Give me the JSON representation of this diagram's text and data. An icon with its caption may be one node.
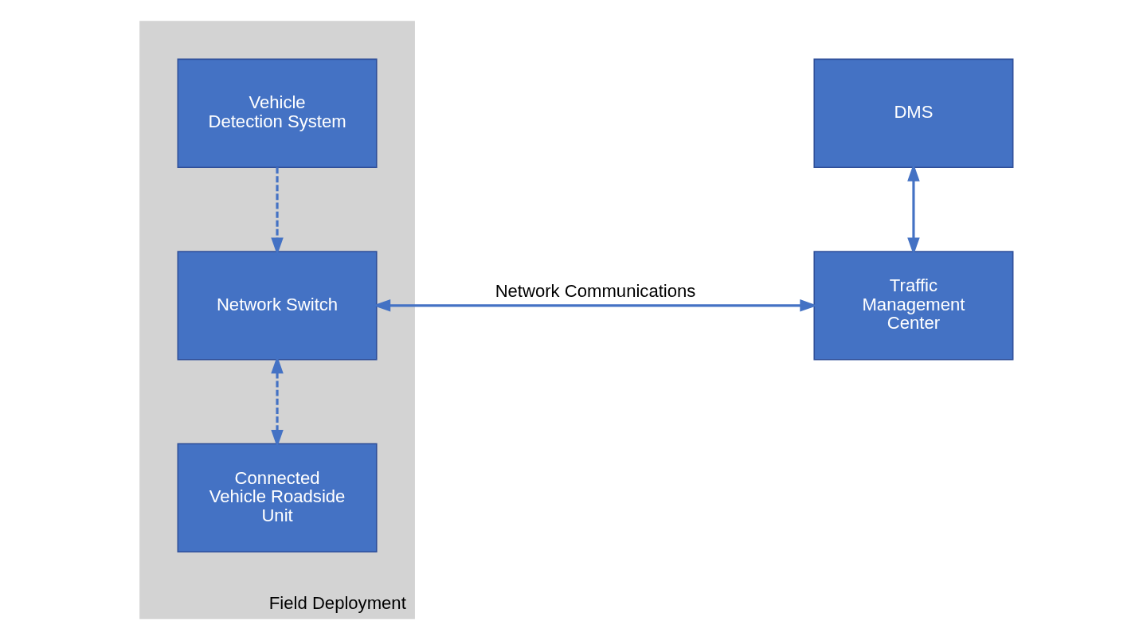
{
  "diagram": {
    "nodes": [
      {
        "text": [
          "Field Deployment"
        ]
      },
      {
        "text": [
          "Vehicle Detection System"
        ],
        "in": 0
      },
      {
        "text": [
          "Network Switch"
        ],
        "in": 0
      },
      {
        "text": [
          "Connected Vehicle Roadside Unit"
        ],
        "in": 0
      },
      {
        "text": [
          "DMS"
        ]
      },
      {
        "text": [
          "Traffic Management Center"
        ]
      }
    ],
    "edges": [
      {
        "from": 1,
        "to": 2,
        "arrow": "to",
        "style": "dashed"
      },
      {
        "from": 2,
        "to": 3,
        "arrow": "both",
        "style": "dashed"
      },
      {
        "from": 2,
        "to": 5,
        "arrow": "both",
        "label": "Network Communications"
      },
      {
        "from": 4,
        "to": 5,
        "arrow": "both"
      }
    ]
  }
}
